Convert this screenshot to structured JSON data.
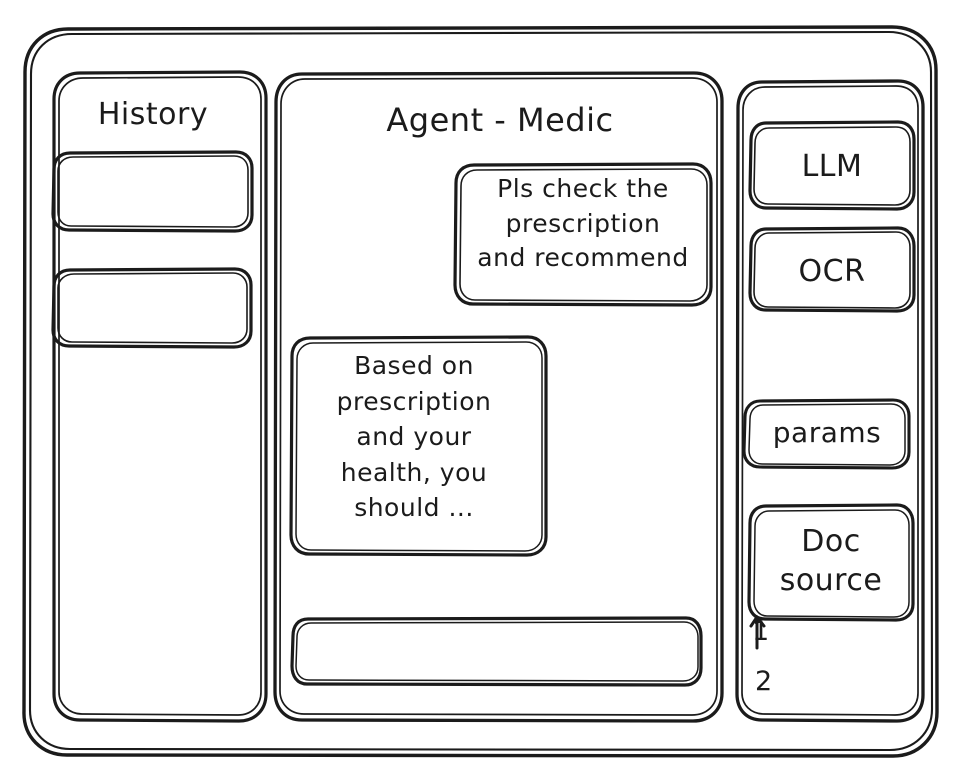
{
  "window": {
    "style": "hand-drawn-wireframe",
    "stroke_color": "#1b1b1b",
    "background_color": "#ffffff"
  },
  "sidebar_left": {
    "title": "History",
    "items": [
      {
        "label": "",
        "name": "history-item-1"
      },
      {
        "label": "",
        "name": "history-item-2"
      }
    ]
  },
  "main": {
    "title": "Agent - Medic",
    "messages": [
      {
        "role": "user",
        "text": "Pls check the\nprescription\nand recommend"
      },
      {
        "role": "assistant",
        "text": "Based on\nprescription\nand your\nhealth, you\nshould ..."
      }
    ],
    "composer": {
      "value": "",
      "placeholder": ""
    }
  },
  "sidebar_right": {
    "tools": [
      {
        "label": "LLM",
        "name": "tool-llm"
      },
      {
        "label": "OCR",
        "name": "tool-ocr"
      },
      {
        "label": "params",
        "name": "tool-params"
      }
    ],
    "doc_source": {
      "label": "Doc\nsource",
      "sources": [
        "1",
        "2"
      ]
    }
  }
}
